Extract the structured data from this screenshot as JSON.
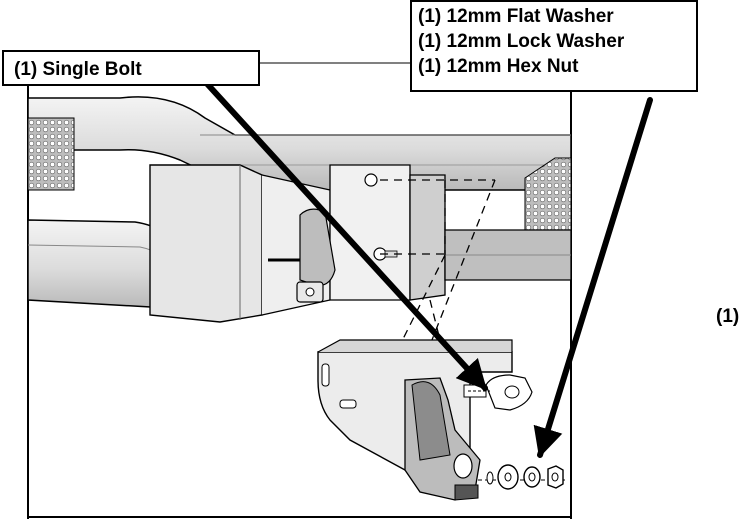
{
  "callouts": {
    "bolt": {
      "label": "(1) Single Bolt"
    },
    "hardware": {
      "lines": [
        "(1) 12mm Flat Washer",
        "(1) 12mm Lock Washer",
        "(1) 12mm Hex Nut"
      ]
    },
    "side_fragment": "(1)"
  },
  "colors": {
    "line": "#000000",
    "metal_light": "#e9e9e9",
    "metal_mid": "#cfcfcf",
    "metal_dark": "#a8a8a8",
    "metal_shadow": "#7a7a7a",
    "background": "#ffffff"
  },
  "icons": [
    "mesh-grille",
    "bolt",
    "washer",
    "lock-washer",
    "hex-nut"
  ]
}
